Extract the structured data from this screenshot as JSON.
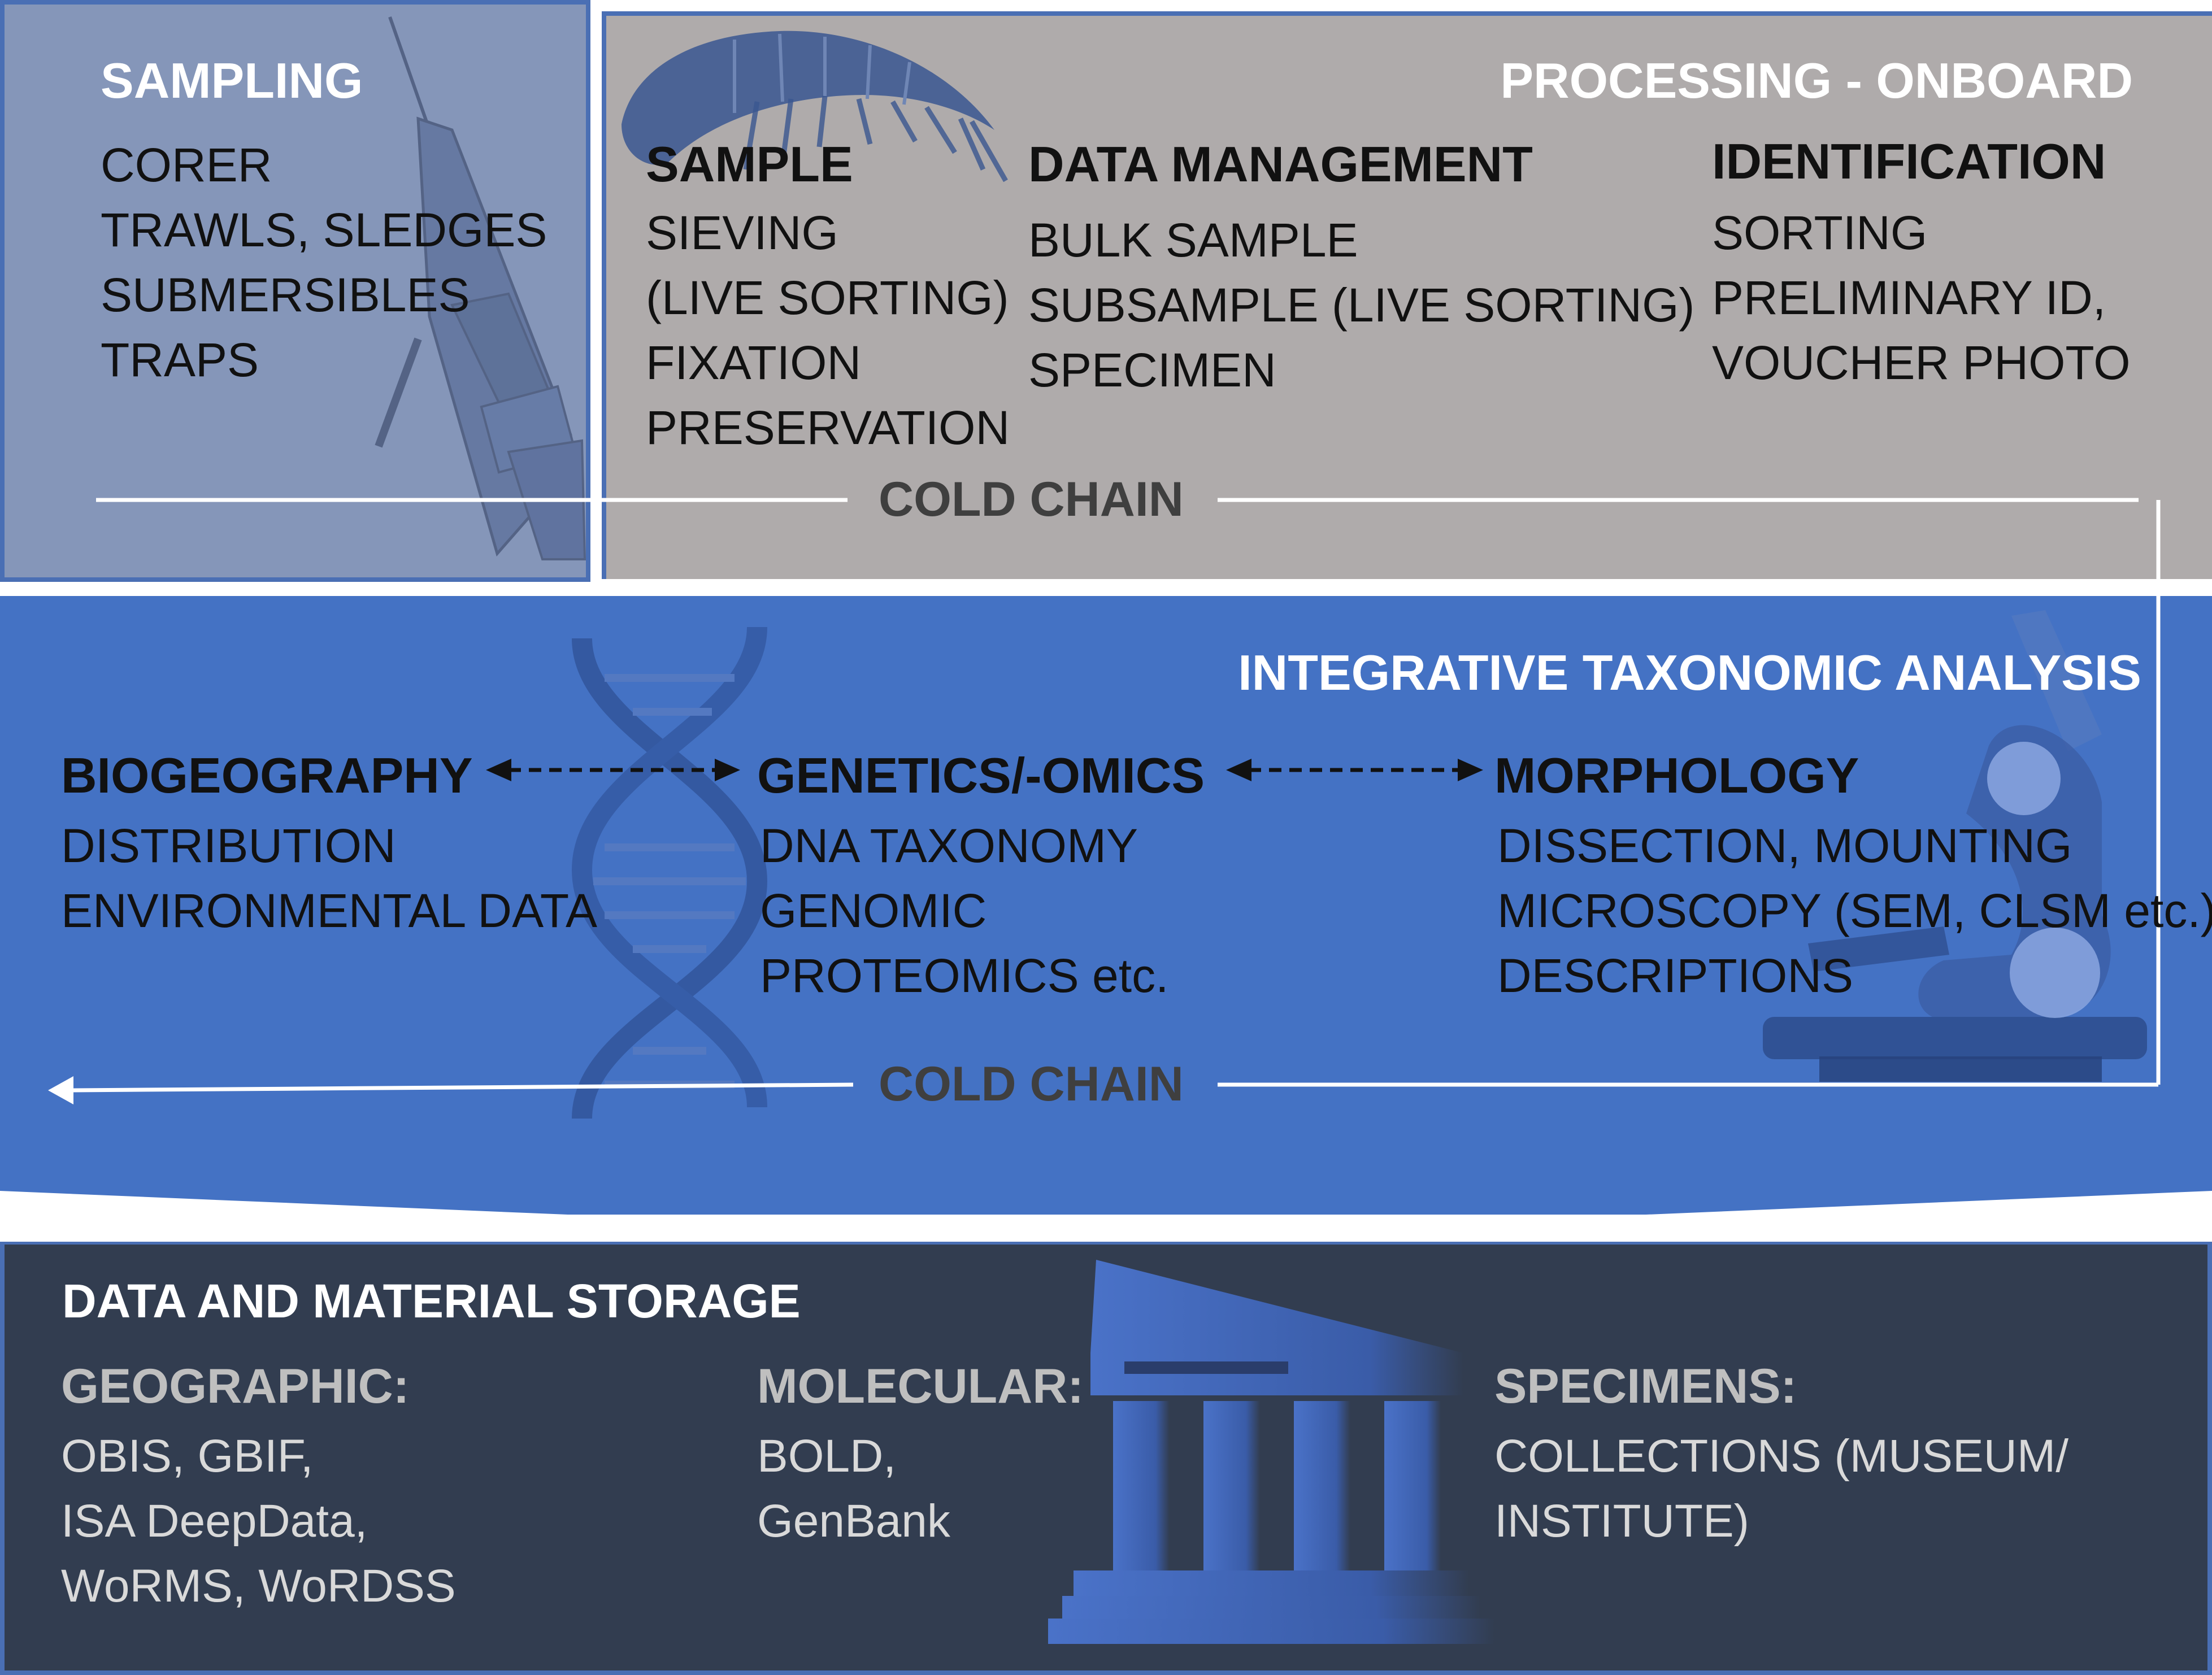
{
  "sampling": {
    "title": "SAMPLING",
    "items": [
      "CORER",
      "TRAWLS, SLEDGES",
      "SUBMERSIBLES",
      "TRAPS"
    ]
  },
  "processing": {
    "title": "PROCESSING - ONBOARD",
    "sample": {
      "title": "SAMPLE",
      "items": [
        "SIEVING",
        "(LIVE SORTING)",
        "FIXATION",
        "PRESERVATION"
      ]
    },
    "data_management": {
      "title": "DATA MANAGEMENT",
      "items": [
        "BULK SAMPLE",
        "SUBSAMPLE (LIVE SORTING)",
        "SPECIMEN"
      ]
    },
    "identification": {
      "title": "IDENTIFICATION",
      "items": [
        "SORTING",
        "PRELIMINARY ID,",
        "VOUCHER PHOTO"
      ]
    }
  },
  "cold_chain_label": "COLD CHAIN",
  "analysis": {
    "title": "INTEGRATIVE TAXONOMIC ANALYSIS",
    "biogeography": {
      "title": "BIOGEOGRAPHY",
      "items": [
        "DISTRIBUTION",
        "ENVIRONMENTAL DATA"
      ]
    },
    "genetics": {
      "title": "GENETICS/-OMICS",
      "items": [
        "DNA TAXONOMY",
        "GENOMIC",
        "PROTEOMICS etc."
      ]
    },
    "morphology": {
      "title": "MORPHOLOGY",
      "items": [
        "DISSECTION, MOUNTING",
        "MICROSCOPY (SEM, CLSM etc.)",
        "DESCRIPTIONS"
      ]
    }
  },
  "storage": {
    "title": "DATA AND MATERIAL STORAGE",
    "geographic": {
      "title": "GEOGRAPHIC:",
      "items": [
        "OBIS, GBIF,",
        "ISA DeepData,",
        "WoRMS, WoRDSS"
      ]
    },
    "molecular": {
      "title": "MOLECULAR:",
      "items": [
        "BOLD,",
        "GenBank"
      ]
    },
    "specimens": {
      "title": "SPECIMENS:",
      "items": [
        "COLLECTIONS (MUSEUM/",
        "INSTITUTE)"
      ]
    }
  },
  "colors": {
    "sampling_bg": "#8596b9",
    "processing_bg": "#afabab",
    "analysis_bg": "#4472c4",
    "storage_bg": "#323d50",
    "cold_chain_text": "#3f3f3f",
    "storage_subtitle": "#bfbfbf",
    "storage_text": "#d9d9d9"
  },
  "icons": [
    "amphipod-icon",
    "sampling-gear-icon",
    "dna-icon",
    "microscope-icon",
    "museum-icon"
  ]
}
